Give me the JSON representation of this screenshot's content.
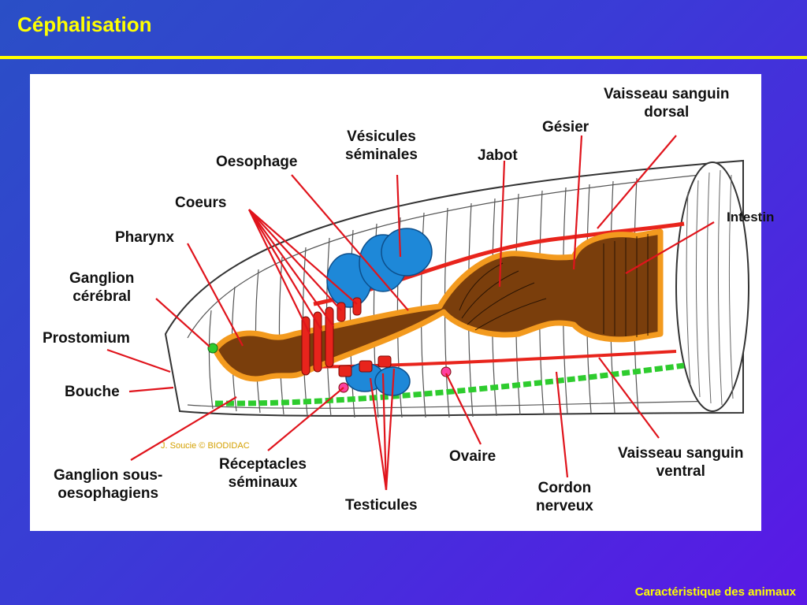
{
  "slide": {
    "title": "Céphalisation",
    "footer": "Caractéristique des animaux"
  },
  "diagram": {
    "credit": "J. Soucie © BIODIDAC",
    "labels": {
      "vaisseau_dorsal_1": "Vaisseau sanguin",
      "vaisseau_dorsal_2": "dorsal",
      "gesier": "Gésier",
      "jabot": "Jabot",
      "vesicules_1": "Vésicules",
      "vesicules_2": "séminales",
      "oesophage": "Oesophage",
      "coeurs": "Coeurs",
      "pharynx": "Pharynx",
      "ganglion_cerebral_1": "Ganglion",
      "ganglion_cerebral_2": "cérébral",
      "prostomium": "Prostomium",
      "bouche": "Bouche",
      "intestin": "Intestin",
      "ganglion_sous_1": "Ganglion sous-",
      "ganglion_sous_2": "oesophagiens",
      "receptacles_1": "Réceptacles",
      "receptacles_2": "séminaux",
      "testicules": "Testicules",
      "ovaire": "Ovaire",
      "cordon_1": "Cordon",
      "cordon_2": "nerveux",
      "vaisseau_ventral_1": "Vaisseau sanguin",
      "vaisseau_ventral_2": "ventral"
    },
    "colors": {
      "gut": "#7a3e0c",
      "gut_outline": "#f39a1e",
      "vessel": "#e8241c",
      "vesicles": "#1e88d8",
      "nerve_cord": "#2ecc2e",
      "pointer": "#e0141c"
    }
  }
}
